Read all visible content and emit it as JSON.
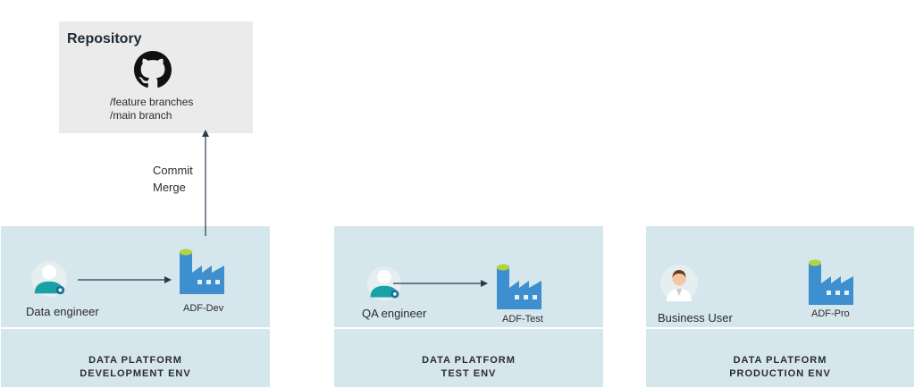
{
  "repository": {
    "title": "Repository",
    "icon": "github-icon",
    "branches": [
      "/feature branches",
      "/main branch"
    ]
  },
  "commit_flow": {
    "lines": [
      "Commit",
      "Merge"
    ]
  },
  "environments": [
    {
      "id": "dev",
      "actor": {
        "label": "Data engineer",
        "icon": "user-gear-icon"
      },
      "factory": {
        "label": "ADF-Dev",
        "icon": "data-factory-icon"
      },
      "caption": [
        "DATA PLATFORM",
        "DEVELOPMENT ENV"
      ]
    },
    {
      "id": "test",
      "actor": {
        "label": "QA engineer",
        "icon": "user-gear-icon"
      },
      "factory": {
        "label": "ADF-Test",
        "icon": "data-factory-icon"
      },
      "caption": [
        "DATA PLATFORM",
        "TEST ENV"
      ]
    },
    {
      "id": "prod",
      "actor": {
        "label": "Business User",
        "icon": "business-user-icon"
      },
      "factory": {
        "label": "ADF-Pro",
        "icon": "data-factory-icon"
      },
      "caption": [
        "DATA PLATFORM",
        "PRODUCTION ENV"
      ]
    }
  ],
  "colors": {
    "env_panel": "#d5e6ec",
    "repo_panel": "#ebebeb",
    "factory_blue": "#3d8fd0",
    "factory_cap": "#b5d33d",
    "user_teal": "#19a2a5"
  }
}
